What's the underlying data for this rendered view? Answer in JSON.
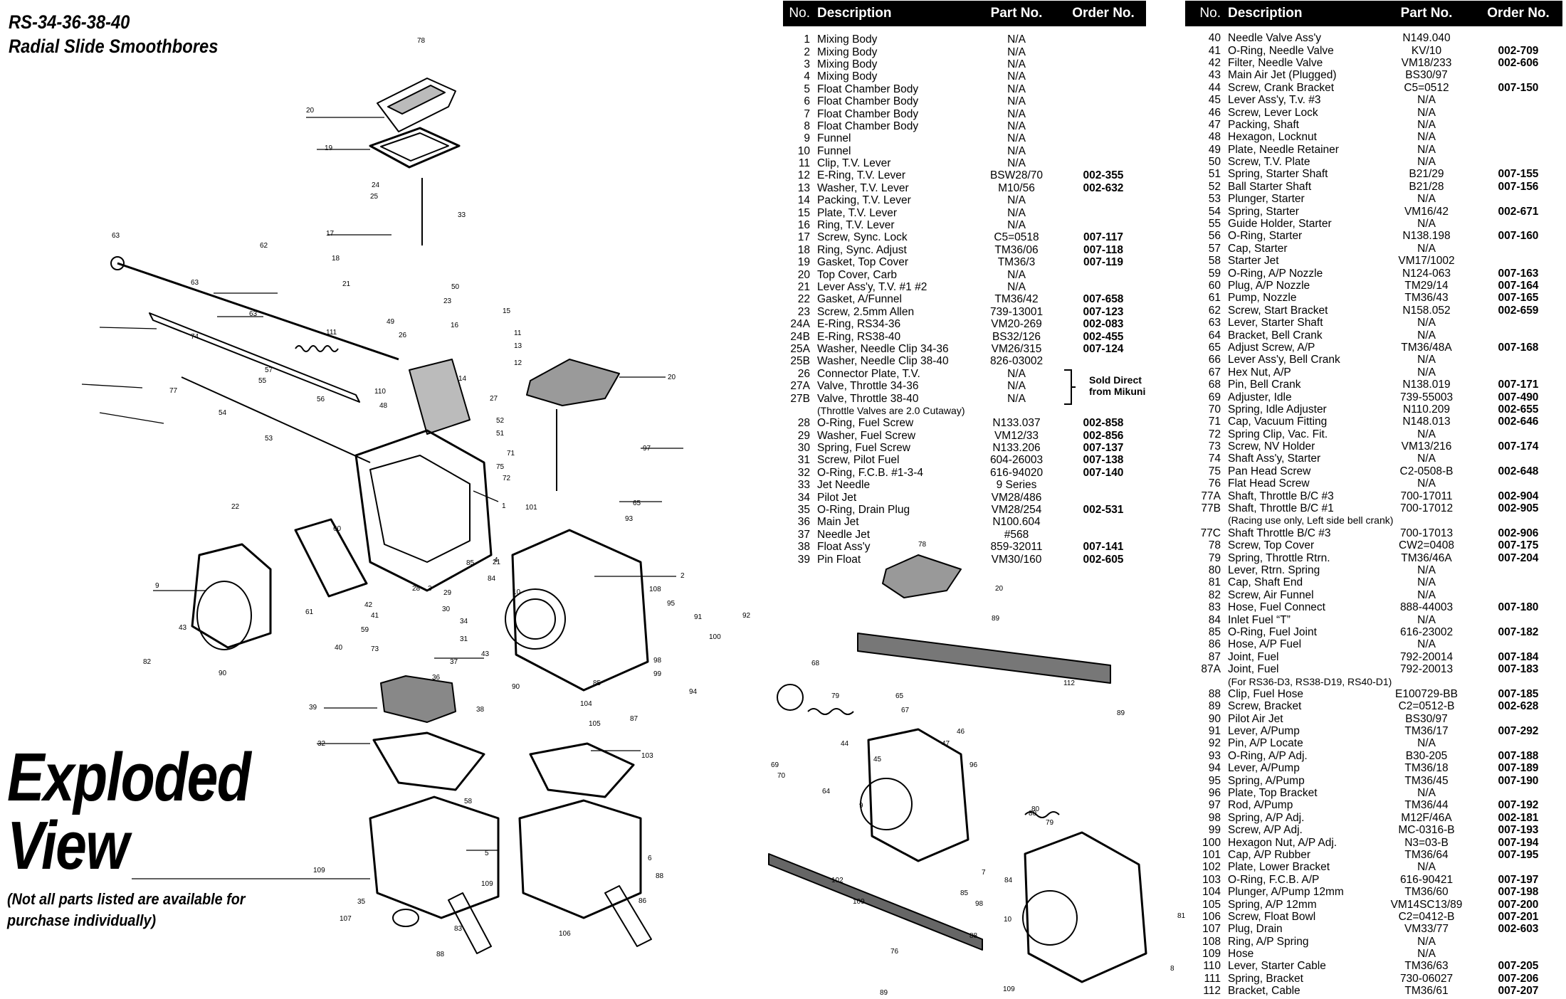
{
  "header": {
    "title_line1": "RS-34-36-38-40",
    "title_line2": "Radial Slide Smoothbores"
  },
  "hero": {
    "line1": "Exploded",
    "line2": "View",
    "note_line1": "(Not all parts listed are available for",
    "note_line2": "purchase individually)"
  },
  "table_headers": {
    "no": "No.",
    "description": "Description",
    "part_no": "Part No.",
    "order_no": "Order No."
  },
  "table_left": [
    {
      "no": "1",
      "desc": "Mixing Body",
      "part": "N/A",
      "order": ""
    },
    {
      "no": "2",
      "desc": "Mixing Body",
      "part": "N/A",
      "order": ""
    },
    {
      "no": "3",
      "desc": "Mixing Body",
      "part": "N/A",
      "order": ""
    },
    {
      "no": "4",
      "desc": "Mixing Body",
      "part": "N/A",
      "order": ""
    },
    {
      "no": "5",
      "desc": "Float Chamber Body",
      "part": "N/A",
      "order": ""
    },
    {
      "no": "6",
      "desc": "Float Chamber Body",
      "part": "N/A",
      "order": ""
    },
    {
      "no": "7",
      "desc": "Float Chamber Body",
      "part": "N/A",
      "order": ""
    },
    {
      "no": "8",
      "desc": "Float Chamber Body",
      "part": "N/A",
      "order": ""
    },
    {
      "no": "9",
      "desc": "Funnel",
      "part": "N/A",
      "order": ""
    },
    {
      "no": "10",
      "desc": "Funnel",
      "part": "N/A",
      "order": ""
    },
    {
      "no": "11",
      "desc": "Clip, T.V. Lever",
      "part": "N/A",
      "order": ""
    },
    {
      "no": "12",
      "desc": "E-Ring, T.V. Lever",
      "part": "BSW28/70",
      "order": "002-355"
    },
    {
      "no": "13",
      "desc": "Washer, T.V. Lever",
      "part": "M10/56",
      "order": "002-632"
    },
    {
      "no": "14",
      "desc": "Packing, T.V. Lever",
      "part": "N/A",
      "order": ""
    },
    {
      "no": "15",
      "desc": "Plate, T.V. Lever",
      "part": "N/A",
      "order": ""
    },
    {
      "no": "16",
      "desc": "Ring, T.V. Lever",
      "part": "N/A",
      "order": ""
    },
    {
      "no": "17",
      "desc": "Screw, Sync. Lock",
      "part": "C5=0518",
      "order": "007-117"
    },
    {
      "no": "18",
      "desc": "Ring, Sync. Adjust",
      "part": "TM36/06",
      "order": "007-118"
    },
    {
      "no": "19",
      "desc": "Gasket, Top Cover",
      "part": "TM36/3",
      "order": "007-119"
    },
    {
      "no": "20",
      "desc": "Top Cover, Carb",
      "part": "N/A",
      "order": ""
    },
    {
      "no": "21",
      "desc": "Lever Ass'y, T.V. #1 #2",
      "part": "N/A",
      "order": ""
    },
    {
      "no": "22",
      "desc": "Gasket, A/Funnel",
      "part": "TM36/42",
      "order": "007-658"
    },
    {
      "no": "23",
      "desc": "Screw, 2.5mm Allen",
      "part": "739-13001",
      "order": "007-123"
    },
    {
      "no": "24A",
      "desc": "E-Ring, RS34-36",
      "part": "VM20-269",
      "order": "002-083"
    },
    {
      "no": "24B",
      "desc": "E-Ring, RS38-40",
      "part": "BS32/126",
      "order": "002-455"
    },
    {
      "no": "25A",
      "desc": "Washer, Needle Clip 34-36",
      "part": "VM26/315",
      "order": "007-124"
    },
    {
      "no": "25B",
      "desc": "Washer, Needle Clip 38-40",
      "part": "826-03002",
      "order": ""
    },
    {
      "no": "26",
      "desc": "Connector Plate, T.V.",
      "part": "N/A",
      "order": ""
    },
    {
      "no": "27A",
      "desc": "Valve, Throttle 34-36",
      "part": "N/A",
      "order": ""
    },
    {
      "no": "27B",
      "desc": "Valve, Throttle 38-40",
      "part": "N/A",
      "order": ""
    },
    {
      "no": "",
      "desc": "(Throttle Valves are 2.0 Cutaway)",
      "part": "",
      "order": "",
      "note": true
    },
    {
      "no": "28",
      "desc": "O-Ring, Fuel Screw",
      "part": "N133.037",
      "order": "002-858"
    },
    {
      "no": "29",
      "desc": "Washer, Fuel Screw",
      "part": "VM12/33",
      "order": "002-856"
    },
    {
      "no": "30",
      "desc": "Spring, Fuel Screw",
      "part": "N133.206",
      "order": "007-137"
    },
    {
      "no": "31",
      "desc": "Screw, Pilot Fuel",
      "part": "604-26003",
      "order": "007-138"
    },
    {
      "no": "32",
      "desc": "O-Ring, F.C.B. #1-3-4",
      "part": "616-94020",
      "order": "007-140"
    },
    {
      "no": "33",
      "desc": "Jet Needle",
      "part": "9 Series",
      "order": ""
    },
    {
      "no": "34",
      "desc": "Pilot Jet",
      "part": "VM28/486",
      "order": ""
    },
    {
      "no": "35",
      "desc": "O-Ring, Drain Plug",
      "part": "VM28/254",
      "order": "002-531"
    },
    {
      "no": "36",
      "desc": "Main Jet",
      "part": "N100.604",
      "order": ""
    },
    {
      "no": "37",
      "desc": "Needle Jet",
      "part": "#568",
      "order": ""
    },
    {
      "no": "38",
      "desc": "Float Ass'y",
      "part": "859-32011",
      "order": "007-141"
    },
    {
      "no": "39",
      "desc": "Pin Float",
      "part": "VM30/160",
      "order": "002-605"
    }
  ],
  "sold_direct_note": {
    "line1": "Sold Direct",
    "line2": "from Mikuni"
  },
  "table_right": [
    {
      "no": "40",
      "desc": "Needle Valve Ass'y",
      "part": "N149.040",
      "order": ""
    },
    {
      "no": "41",
      "desc": "O-Ring, Needle Valve",
      "part": "KV/10",
      "order": "002-709"
    },
    {
      "no": "42",
      "desc": "Filter, Needle Valve",
      "part": "VM18/233",
      "order": "002-606"
    },
    {
      "no": "43",
      "desc": "Main Air Jet (Plugged)",
      "part": "BS30/97",
      "order": ""
    },
    {
      "no": "44",
      "desc": "Screw, Crank Bracket",
      "part": "C5=0512",
      "order": "007-150"
    },
    {
      "no": "45",
      "desc": "Lever Ass'y, T.v. #3",
      "part": "N/A",
      "order": ""
    },
    {
      "no": "46",
      "desc": "Screw, Lever Lock",
      "part": "N/A",
      "order": ""
    },
    {
      "no": "47",
      "desc": "Packing, Shaft",
      "part": "N/A",
      "order": ""
    },
    {
      "no": "48",
      "desc": "Hexagon, Locknut",
      "part": "N/A",
      "order": ""
    },
    {
      "no": "49",
      "desc": "Plate, Needle Retainer",
      "part": "N/A",
      "order": ""
    },
    {
      "no": "50",
      "desc": "Screw, T.V. Plate",
      "part": "N/A",
      "order": ""
    },
    {
      "no": "51",
      "desc": "Spring, Starter Shaft",
      "part": "B21/29",
      "order": "007-155"
    },
    {
      "no": "52",
      "desc": "Ball Starter Shaft",
      "part": "B21/28",
      "order": "007-156"
    },
    {
      "no": "53",
      "desc": "Plunger, Starter",
      "part": "N/A",
      "order": ""
    },
    {
      "no": "54",
      "desc": "Spring, Starter",
      "part": "VM16/42",
      "order": "002-671"
    },
    {
      "no": "55",
      "desc": "Guide Holder, Starter",
      "part": "N/A",
      "order": ""
    },
    {
      "no": "56",
      "desc": "O-Ring, Starter",
      "part": "N138.198",
      "order": "007-160"
    },
    {
      "no": "57",
      "desc": "Cap, Starter",
      "part": "N/A",
      "order": ""
    },
    {
      "no": "58",
      "desc": "Starter Jet",
      "part": "VM17/1002",
      "order": ""
    },
    {
      "no": "59",
      "desc": "O-Ring, A/P Nozzle",
      "part": "N124-063",
      "order": "007-163"
    },
    {
      "no": "60",
      "desc": "Plug, A/P Nozzle",
      "part": "TM29/14",
      "order": "007-164"
    },
    {
      "no": "61",
      "desc": "Pump, Nozzle",
      "part": "TM36/43",
      "order": "007-165"
    },
    {
      "no": "62",
      "desc": "Screw, Start Bracket",
      "part": "N158.052",
      "order": "002-659"
    },
    {
      "no": "63",
      "desc": "Lever, Starter Shaft",
      "part": "N/A",
      "order": ""
    },
    {
      "no": "64",
      "desc": "Bracket, Bell Crank",
      "part": "N/A",
      "order": ""
    },
    {
      "no": "65",
      "desc": "Adjust Screw, A/P",
      "part": "TM36/48A",
      "order": "007-168"
    },
    {
      "no": "66",
      "desc": "Lever Ass'y, Bell Crank",
      "part": "N/A",
      "order": ""
    },
    {
      "no": "67",
      "desc": "Hex Nut, A/P",
      "part": "N/A",
      "order": ""
    },
    {
      "no": "68",
      "desc": "Pin, Bell Crank",
      "part": "N138.019",
      "order": "007-171"
    },
    {
      "no": "69",
      "desc": "Adjuster, Idle",
      "part": "739-55003",
      "order": "007-490"
    },
    {
      "no": "70",
      "desc": "Spring, Idle Adjuster",
      "part": "N110.209",
      "order": "002-655"
    },
    {
      "no": "71",
      "desc": "Cap, Vacuum Fitting",
      "part": "N148.013",
      "order": "002-646"
    },
    {
      "no": "72",
      "desc": "Spring Clip, Vac. Fit.",
      "part": "N/A",
      "order": ""
    },
    {
      "no": "73",
      "desc": "Screw, NV Holder",
      "part": "VM13/216",
      "order": "007-174"
    },
    {
      "no": "74",
      "desc": "Shaft Ass'y, Starter",
      "part": "N/A",
      "order": ""
    },
    {
      "no": "75",
      "desc": "Pan Head Screw",
      "part": "C2-0508-B",
      "order": "002-648"
    },
    {
      "no": "76",
      "desc": "Flat Head Screw",
      "part": "N/A",
      "order": ""
    },
    {
      "no": "77A",
      "desc": "Shaft, Throttle B/C #3",
      "part": "700-17011",
      "order": "002-904"
    },
    {
      "no": "77B",
      "desc": "Shaft, Throttle B/C #1",
      "part": "700-17012",
      "order": "002-905"
    },
    {
      "no": "",
      "desc": "(Racing use only, Left side bell crank)",
      "part": "",
      "order": "",
      "note": true
    },
    {
      "no": "77C",
      "desc": "Shaft Throttle B/C #3",
      "part": "700-17013",
      "order": "002-906"
    },
    {
      "no": "78",
      "desc": "Screw, Top Cover",
      "part": "CW2=0408",
      "order": "007-175"
    },
    {
      "no": "79",
      "desc": "Spring, Throttle Rtrn.",
      "part": "TM36/46A",
      "order": "007-204"
    },
    {
      "no": "80",
      "desc": "Lever, Rtrn. Spring",
      "part": "N/A",
      "order": ""
    },
    {
      "no": "81",
      "desc": "Cap, Shaft End",
      "part": "N/A",
      "order": ""
    },
    {
      "no": "82",
      "desc": "Screw, Air Funnel",
      "part": "N/A",
      "order": ""
    },
    {
      "no": "83",
      "desc": "Hose, Fuel Connect",
      "part": "888-44003",
      "order": "007-180"
    },
    {
      "no": "84",
      "desc": "Inlet Fuel “T”",
      "part": "N/A",
      "order": ""
    },
    {
      "no": "85",
      "desc": "O-Ring, Fuel Joint",
      "part": "616-23002",
      "order": "007-182"
    },
    {
      "no": "86",
      "desc": "Hose, A/P Fuel",
      "part": "N/A",
      "order": ""
    },
    {
      "no": "87",
      "desc": "Joint, Fuel",
      "part": "792-20014",
      "order": "007-184"
    },
    {
      "no": "87A",
      "desc": "Joint, Fuel",
      "part": "792-20013",
      "order": "007-183"
    },
    {
      "no": "",
      "desc": "(For RS36-D3, RS38-D19, RS40-D1)",
      "part": "",
      "order": "",
      "note": true
    },
    {
      "no": "88",
      "desc": "Clip, Fuel Hose",
      "part": "E100729-BB",
      "order": "007-185"
    },
    {
      "no": "89",
      "desc": "Screw, Bracket",
      "part": "C2=0512-B",
      "order": "002-628"
    },
    {
      "no": "90",
      "desc": "Pilot Air Jet",
      "part": "BS30/97",
      "order": ""
    },
    {
      "no": "91",
      "desc": "Lever, A/Pump",
      "part": "TM36/17",
      "order": "007-292"
    },
    {
      "no": "92",
      "desc": "Pin, A/P Locate",
      "part": "N/A",
      "order": ""
    },
    {
      "no": "93",
      "desc": "O-Ring, A/P Adj.",
      "part": "B30-205",
      "order": "007-188"
    },
    {
      "no": "94",
      "desc": "Lever, A/Pump",
      "part": "TM36/18",
      "order": "007-189"
    },
    {
      "no": "95",
      "desc": "Spring, A/Pump",
      "part": "TM36/45",
      "order": "007-190"
    },
    {
      "no": "96",
      "desc": "Plate, Top Bracket",
      "part": "N/A",
      "order": ""
    },
    {
      "no": "97",
      "desc": "Rod, A/Pump",
      "part": "TM36/44",
      "order": "007-192"
    },
    {
      "no": "98",
      "desc": "Spring, A/P Adj.",
      "part": "M12F/46A",
      "order": "002-181"
    },
    {
      "no": "99",
      "desc": "Screw, A/P Adj.",
      "part": "MC-0316-B",
      "order": "007-193"
    },
    {
      "no": "100",
      "desc": "Hexagon Nut, A/P Adj.",
      "part": "N3=03-B",
      "order": "007-194"
    },
    {
      "no": "101",
      "desc": "Cap, A/P Rubber",
      "part": "TM36/64",
      "order": "007-195"
    },
    {
      "no": "102",
      "desc": "Plate, Lower Bracket",
      "part": "N/A",
      "order": ""
    },
    {
      "no": "103",
      "desc": "O-Ring, F.C.B. A/P",
      "part": "616-90421",
      "order": "007-197"
    },
    {
      "no": "104",
      "desc": "Plunger, A/Pump 12mm",
      "part": "TM36/60",
      "order": "007-198"
    },
    {
      "no": "105",
      "desc": "Spring, A/P 12mm",
      "part": "VM14SC13/89",
      "order": "007-200"
    },
    {
      "no": "106",
      "desc": "Screw, Float Bowl",
      "part": "C2=0412-B",
      "order": "007-201"
    },
    {
      "no": "107",
      "desc": "Plug, Drain",
      "part": "VM33/77",
      "order": "002-603"
    },
    {
      "no": "108",
      "desc": "Ring, A/P Spring",
      "part": "N/A",
      "order": ""
    },
    {
      "no": "109",
      "desc": "Hose",
      "part": "N/A",
      "order": ""
    },
    {
      "no": "110",
      "desc": "Lever, Starter Cable",
      "part": "TM36/63",
      "order": "007-205"
    },
    {
      "no": "111",
      "desc": "Spring, Bracket",
      "part": "730-06027",
      "order": "007-206"
    },
    {
      "no": "112",
      "desc": "Bracket, Cable",
      "part": "TM36/61",
      "order": "007-207"
    }
  ],
  "diagram_callouts": {
    "main": [
      "78",
      "20",
      "19",
      "24",
      "25",
      "33",
      "17",
      "18",
      "21",
      "50",
      "23",
      "62",
      "63",
      "63",
      "63",
      "74",
      "111",
      "49",
      "26",
      "16",
      "15",
      "11",
      "13",
      "12",
      "14",
      "57",
      "55",
      "56",
      "110",
      "27",
      "77",
      "54",
      "48",
      "52",
      "51",
      "53",
      "71",
      "72",
      "1",
      "2",
      "3",
      "4",
      "20",
      "97",
      "101",
      "65",
      "93",
      "22",
      "60",
      "9",
      "28",
      "29",
      "30",
      "34",
      "31",
      "36",
      "37",
      "41",
      "42",
      "59",
      "40",
      "73",
      "61",
      "43",
      "90",
      "82",
      "39",
      "38",
      "32",
      "58",
      "5",
      "109",
      "35",
      "107",
      "83",
      "88",
      "106",
      "86",
      "88",
      "109",
      "6",
      "103",
      "104",
      "105",
      "108",
      "95",
      "91",
      "92",
      "100",
      "99",
      "98",
      "94",
      "87",
      "85",
      "84",
      "10",
      "85",
      "43",
      "90",
      "21",
      "75",
      "58"
    ],
    "inset": [
      "78",
      "20",
      "89",
      "112",
      "89",
      "68",
      "79",
      "65",
      "67",
      "46",
      "47",
      "69",
      "70",
      "44",
      "64",
      "45",
      "96",
      "9",
      "80",
      "79",
      "7",
      "84",
      "85",
      "98",
      "88",
      "102",
      "109",
      "10",
      "81",
      "8",
      "109",
      "89",
      "76",
      "80"
    ]
  },
  "colors": {
    "ink": "#000000",
    "header_bg": "#000000",
    "header_text": "#ffffff",
    "paper": "#ffffff"
  }
}
